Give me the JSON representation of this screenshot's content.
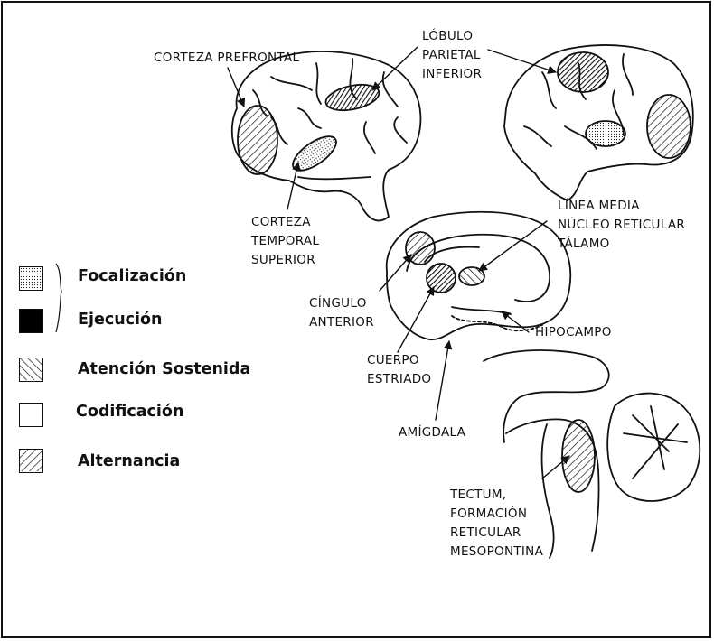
{
  "labels": {
    "prefrontal": "CORTEZA PREFRONTAL",
    "lobulo_1": "LÓBULO",
    "lobulo_2": "PARIETAL",
    "lobulo_3": "INFERIOR",
    "temporal_1": "CORTEZA",
    "temporal_2": "TEMPORAL",
    "temporal_3": "SUPERIOR",
    "linea_1": "LÍNEA MEDIA",
    "linea_2": "NÚCLEO RETICULAR",
    "linea_3": "TÁLAMO",
    "cingulo_1": "CÍNGULO",
    "cingulo_2": "ANTERIOR",
    "hipocampo": "HIPOCAMPO",
    "estriado_1": "CUERPO",
    "estriado_2": "ESTRIADO",
    "amigdala": "AMÍGDALA",
    "tectum_1": "TECTUM,",
    "tectum_2": "FORMACIÓN",
    "tectum_3": "RETICULAR",
    "tectum_4": "MESOPONTINA"
  },
  "legend": [
    {
      "label": "Focalización",
      "pattern": "dotted"
    },
    {
      "label": "Ejecución",
      "pattern": "solid"
    },
    {
      "label": "Atención Sostenida",
      "pattern": "hatch-down"
    },
    {
      "label": "Codificación",
      "pattern": "empty"
    },
    {
      "label": "Alternancia",
      "pattern": "hatch-up"
    }
  ],
  "colors": {
    "ink": "#111111",
    "background": "#ffffff"
  }
}
